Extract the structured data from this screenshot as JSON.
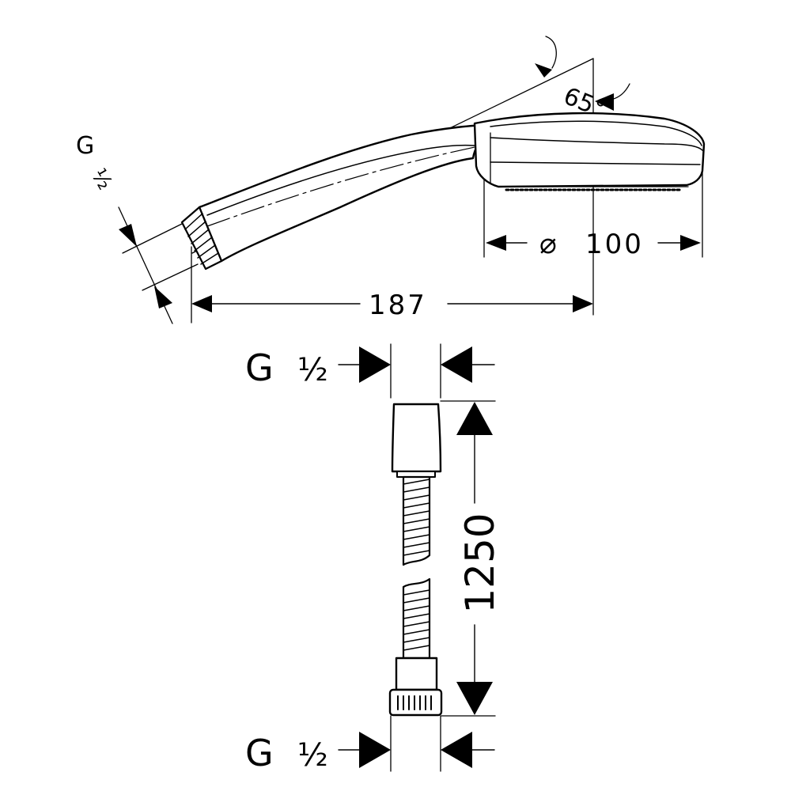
{
  "shower_head": {
    "thread_label_top": "G",
    "thread_label_bottom": "½",
    "angle_label": "65°",
    "diameter_symbol": "⌀",
    "diameter_value": "100",
    "length_value": "187"
  },
  "hose": {
    "top_thread_letter": "G",
    "top_thread_size": "½",
    "bottom_thread_letter": "G",
    "bottom_thread_size": "½",
    "length_value": "1250"
  }
}
